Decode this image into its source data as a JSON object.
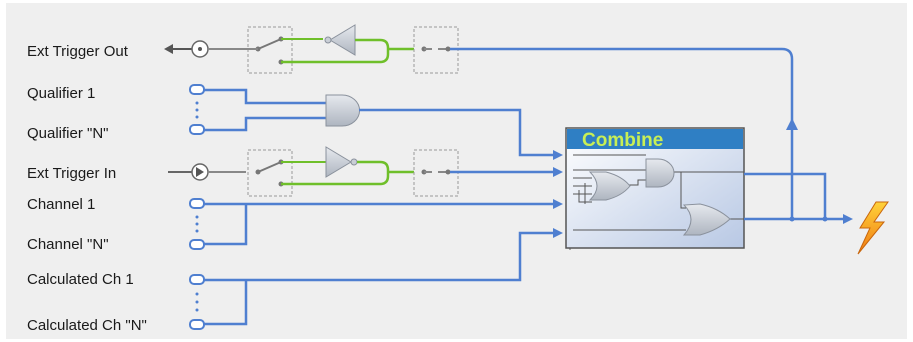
{
  "labels": {
    "ext_trigger_out": "Ext Trigger Out",
    "qualifier_1": "Qualifier 1",
    "qualifier_n": "Qualifier \"N\"",
    "ext_trigger_in": "Ext Trigger In",
    "channel_1": "Channel 1",
    "channel_n": "Channel \"N\"",
    "calc_ch_1": "Calculated Ch 1",
    "calc_ch_n": "Calculated Ch \"N\""
  },
  "combine": {
    "title": "Combine"
  },
  "colors": {
    "background": "#efefef",
    "wire_blue": "#4f7fd0",
    "wire_green": "#6fbf2a",
    "gate_fill": "#c7cdd6",
    "combine_title_bar": "#2f7fc4",
    "combine_title_text": "#c8ef55",
    "trigger_bolt": "#f3a41a"
  },
  "icons": [
    "bnc-connector-icon",
    "switch-icon",
    "buffer-gate-icon",
    "and-gate-icon",
    "or-gate-icon",
    "lightning-bolt-icon",
    "arrow-icon"
  ]
}
